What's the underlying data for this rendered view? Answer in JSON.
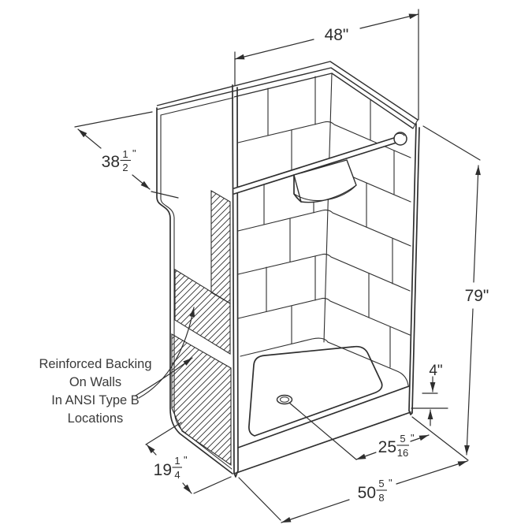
{
  "drawing": {
    "annotation": {
      "lines": [
        "Reinforced Backing",
        "On Walls",
        "In ANSI Type B",
        "Locations"
      ]
    },
    "dimensions": {
      "interior_width": {
        "label": "48\""
      },
      "depth": {
        "whole": "38",
        "num": "1",
        "den": "2",
        "unit": "\""
      },
      "height": {
        "label": "79\""
      },
      "threshold_height": {
        "label": "4\""
      },
      "drain_offset": {
        "whole": "25",
        "num": "5",
        "den": "16",
        "unit": "\""
      },
      "overall_width": {
        "whole": "50",
        "num": "5",
        "den": "8",
        "unit": "\""
      },
      "base_depth": {
        "whole": "19",
        "num": "1",
        "den": "4",
        "unit": "\""
      }
    },
    "colors": {
      "line": "#2f2f2f",
      "background": "#ffffff"
    }
  }
}
